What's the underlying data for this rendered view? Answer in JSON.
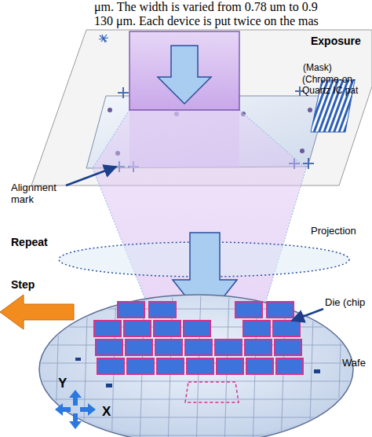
{
  "diagram": {
    "labels": [
      "μm. The width is varied from 0.78 um to 0.9",
      "130 μm. Each device is put twice on the mas",
      "Exposure",
      "(Mask)",
      "(Chrome-on- Quartz IC pat",
      "Alignment mark",
      "Projection",
      "Repeat",
      "Step",
      "Die (chip",
      "Wafe",
      "Y",
      "X"
    ]
  }
}
